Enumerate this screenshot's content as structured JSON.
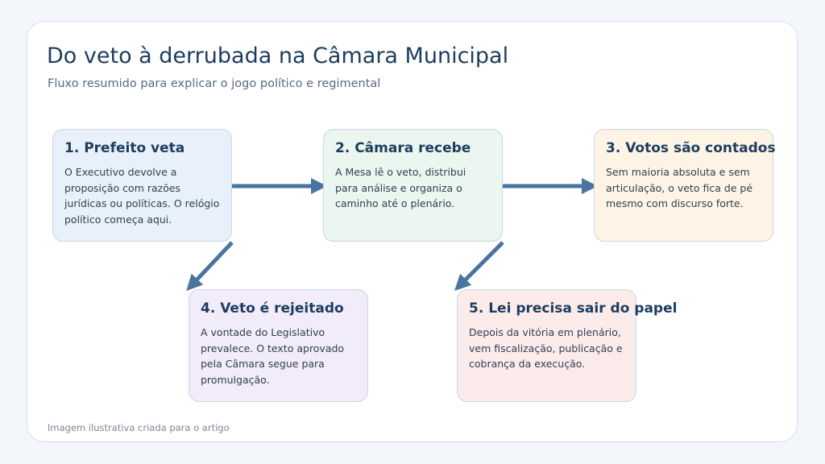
{
  "header": {
    "title": "Do veto à derrubada na Câmara Municipal",
    "subtitle": "Fluxo resumido para explicar o jogo político e regimental"
  },
  "steps": [
    {
      "title": "1. Prefeito veta",
      "text": "O Executivo devolve a proposição com razões jurídicas ou políticas. O relógio político começa aqui.",
      "fill": "#e8f1fb"
    },
    {
      "title": "2. Câmara recebe",
      "text": "A Mesa lê o veto, distribui para análise e organiza o caminho até o plenário.",
      "fill": "#eaf6ef"
    },
    {
      "title": "3. Votos são contados",
      "text": "Sem maioria absoluta e sem articulação, o veto fica de pé mesmo com discurso forte.",
      "fill": "#fef4e6"
    },
    {
      "title": "4. Veto é rejeitado",
      "text": "A vontade do Legislativo prevalece. O texto aprovado pela Câmara segue para promulgação.",
      "fill": "#f2ebf9"
    },
    {
      "title": "5. Lei precisa sair do papel",
      "text": "Depois da vitória em plenário, vem fiscalização, publicação e cobrança da execução.",
      "fill": "#fcebeb"
    }
  ],
  "colors": {
    "arrow": "#4a74a0",
    "title": "#1c3d5e"
  },
  "footer": {
    "caption": "Imagem ilustrativa criada para o artigo"
  }
}
